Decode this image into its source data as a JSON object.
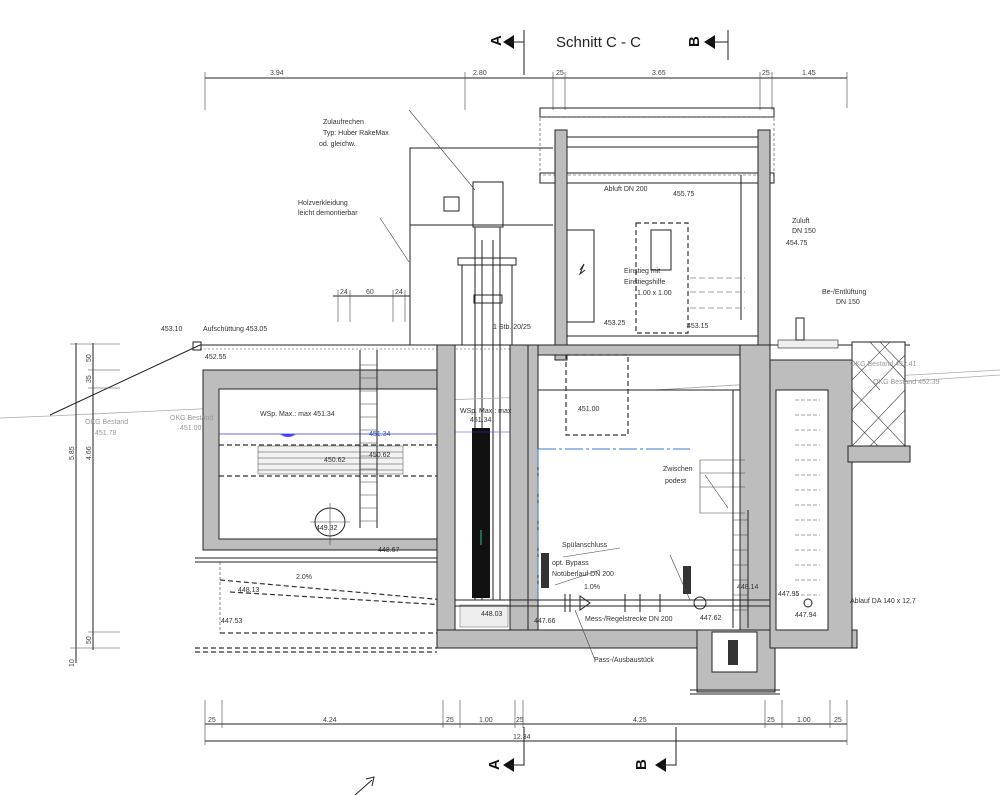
{
  "title": "Schnitt C - C",
  "section_markers": {
    "a": "A",
    "b": "B"
  },
  "top_dims": [
    "3.94",
    "2.80",
    "25",
    "3.65",
    "25",
    "1.45"
  ],
  "bottom_dims": [
    "25",
    "4.24",
    "25",
    "1.00",
    "25",
    "4.25",
    "25",
    "1.00",
    "25"
  ],
  "bottom_total": "12.34",
  "left_dims": [
    "50",
    "35",
    "4.66",
    "5.85",
    "50",
    "10"
  ],
  "small_dims": [
    "24",
    "60",
    "24"
  ],
  "labels": {
    "rechen1": "Zulaufrechen",
    "rechen2": "Typ: Huber RakeMax",
    "rechen3": "od. gleichw.",
    "holz1": "Holzverkleidung",
    "holz2": "leicht demontierbar",
    "abluft": "Abluft DN 200",
    "h45575": "455.75",
    "zuluft1": "Zuluft",
    "zuluft2": "DN 150",
    "h45475": "454.75",
    "einstieg1": "Einstieg mit",
    "einstieg2": "Einstiegshilfe",
    "einstieg3": "1.00 x 1.00",
    "h45325": "453.25",
    "h45315": "453.15",
    "beentl1": "Be-/Entlüftung",
    "beentl2": "DN 150",
    "stb": "1 Stb. 20/25",
    "h45310": "453.10",
    "aufschuettung": "Aufschüttung 453.05",
    "h45255": "452.55",
    "wsp1": "WSp. Max.: max 451.34",
    "wsp2": "WSp. Max.: max",
    "wsp2b": "451.34",
    "h45134": "451.34",
    "h45062a": "450.62",
    "h45062b": "450.62",
    "h45100": "451.00",
    "okg1": "OKG Bestand",
    "okg1b": "451.78",
    "okg2": "OKG Bestand",
    "okg2b": "451.00",
    "okg3": "OKG Bestand 452.41",
    "okg4": "OKG Bestand 452.39",
    "h44932": "449.32",
    "h44867": "448.67",
    "slope": "2.0%",
    "h44813": "448.13",
    "h44753": "447.53",
    "h44803": "448.03",
    "zwischen1": "Zwischen",
    "zwischen2": "podest",
    "spuel": "Spülanschluss",
    "bypass1": "opt. Bypass",
    "bypass2": "Notüberlauf DN 200",
    "slope2": "1.0%",
    "h44766": "447.66",
    "mess": "Mess-/Regelstrecke DN 200",
    "h44762": "447.62",
    "h44814": "448.14",
    "h44795": "447.95",
    "h44794": "447.94",
    "ablauf": "Ablauf DA 140 x 12,7",
    "pass": "Pass-/Ausbaustück"
  }
}
